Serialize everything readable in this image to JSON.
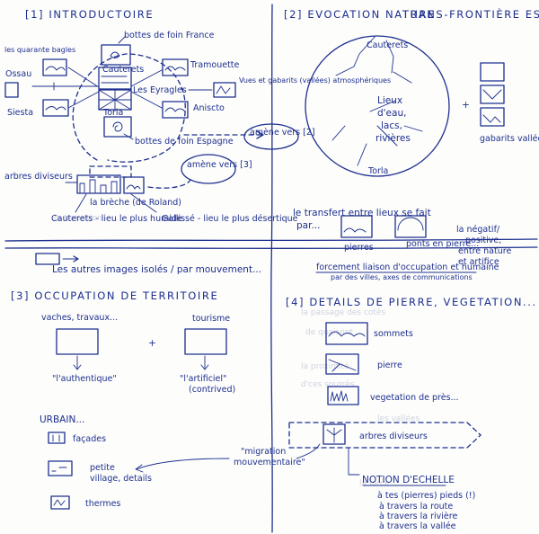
{
  "sections": {
    "s1": {
      "title": "[1] INTRODUCTOIRE",
      "labels": {
        "quarante": "les quarante bagles",
        "ossau": "Ossau",
        "siesta": "Siesta",
        "bottes_france": "bottes de foin France",
        "cauterets": "Cauterets",
        "tramouette": "Tramouette",
        "les_eyragles": "Les Eyragles",
        "torla": "Torla",
        "aniscto": "Aniscto",
        "bottes_espagne": "bottes de foin Espagne",
        "vues": "Vues et gabarits (vallées) atmosphériques",
        "arbres": "arbres diviseurs",
        "breche": "la brèche (de Roland)",
        "cauterets_humide": "Cauterets - lieu le plus humide",
        "gallisse": "Gallissé - lieu le plus désertique",
        "amene2": "amène vers [2]",
        "amene3": "amène vers [3]",
        "isoles": "Les autres images isolés / par mouvement..."
      }
    },
    "s2": {
      "title": "[2] EVOCATION NATURE",
      "subtitle": "TRANS-FRONTIÈRE ESPRIT DU LIEU",
      "labels": {
        "cauterets": "Cauterets",
        "torla": "Torla",
        "lieux1": "Lieux",
        "lieux2": "d'eau,",
        "lieux3": "lacs,",
        "lieux4": "rivières",
        "plus": "+",
        "gabarits": "gabarits vallées",
        "transfert1": "le transfert entre lieux se fait",
        "transfert2": "par...",
        "pierres": "pierres",
        "ponts": "ponts en pierre...",
        "negatif1": "la négatif/",
        "negatif2": "positive,",
        "negatif3": "entre nature",
        "negatif4": "et artifice",
        "forcement1": "forcement liaison d'occupation et humaine",
        "forcement2": "par des villes, axes de communications"
      }
    },
    "s3": {
      "title": "[3] OCCUPATION DE TERRITOIRE",
      "labels": {
        "vaches": "vaches, travaux...",
        "tourisme": "tourisme",
        "plus": "+",
        "authentique": "\"l'authentique\"",
        "artificiel": "\"l'artificiel\"",
        "contrived": "(contrived)",
        "urbain": "URBAIN...",
        "facades": "façades",
        "petite": "petite",
        "village": "village, details",
        "thermes": "thermes"
      }
    },
    "s4": {
      "title": "[4] DETAILS DE PIERRE, VEGETATION...",
      "labels": {
        "sommets": "sommets",
        "pierre": "pierre",
        "vegetation": "vegetation de près...",
        "arbres": "arbres diviseurs",
        "migration1": "\"migration",
        "migration2": "mouvementaire\"",
        "notion": "NOTION D'ECHELLE",
        "pieds": "à tes (pierres) pieds (!)",
        "route": "à travers la route",
        "riviere": "à travers la rivière",
        "vallee": "à travers la vallée"
      }
    }
  },
  "ink_color": "#1d2f8f"
}
